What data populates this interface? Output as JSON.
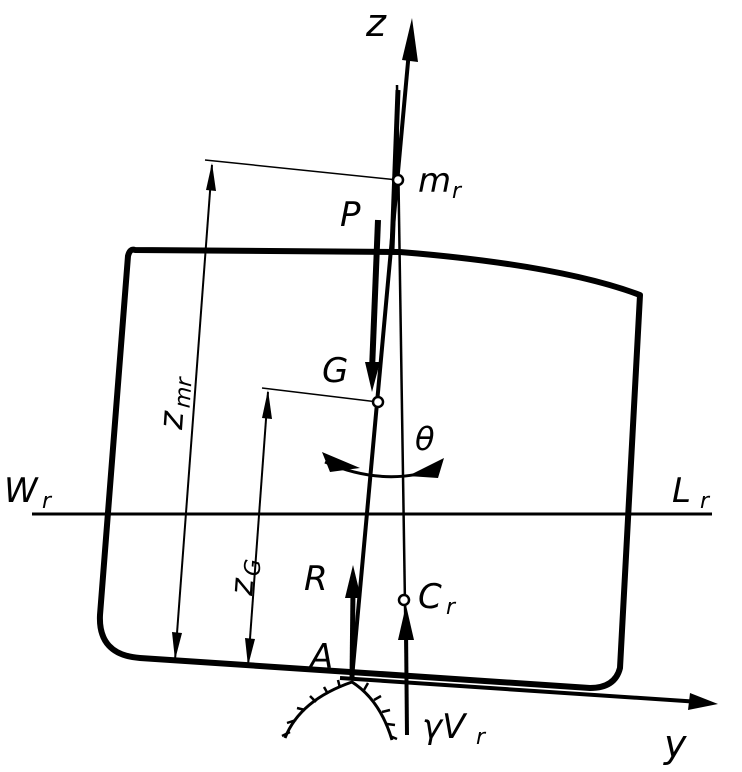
{
  "labels": {
    "z_axis": "z",
    "y_axis": "y",
    "metacenter": "m",
    "metacenter_sub": "r",
    "force_p": "P",
    "gravity_center": "G",
    "angle": "θ",
    "waterline_left": "W",
    "waterline_left_sub": "r",
    "waterline_right": "L",
    "waterline_right_sub": "r",
    "reaction": "R",
    "buoyancy_center": "C",
    "buoyancy_center_sub": "r",
    "contact_point": "A",
    "buoyancy_force": "γV",
    "buoyancy_force_sub": "r",
    "z_mr": "z",
    "z_mr_sub": "mr",
    "z_g": "z",
    "z_g_sub": "G"
  },
  "colors": {
    "ink": "#000000",
    "paper": "#ffffff"
  }
}
